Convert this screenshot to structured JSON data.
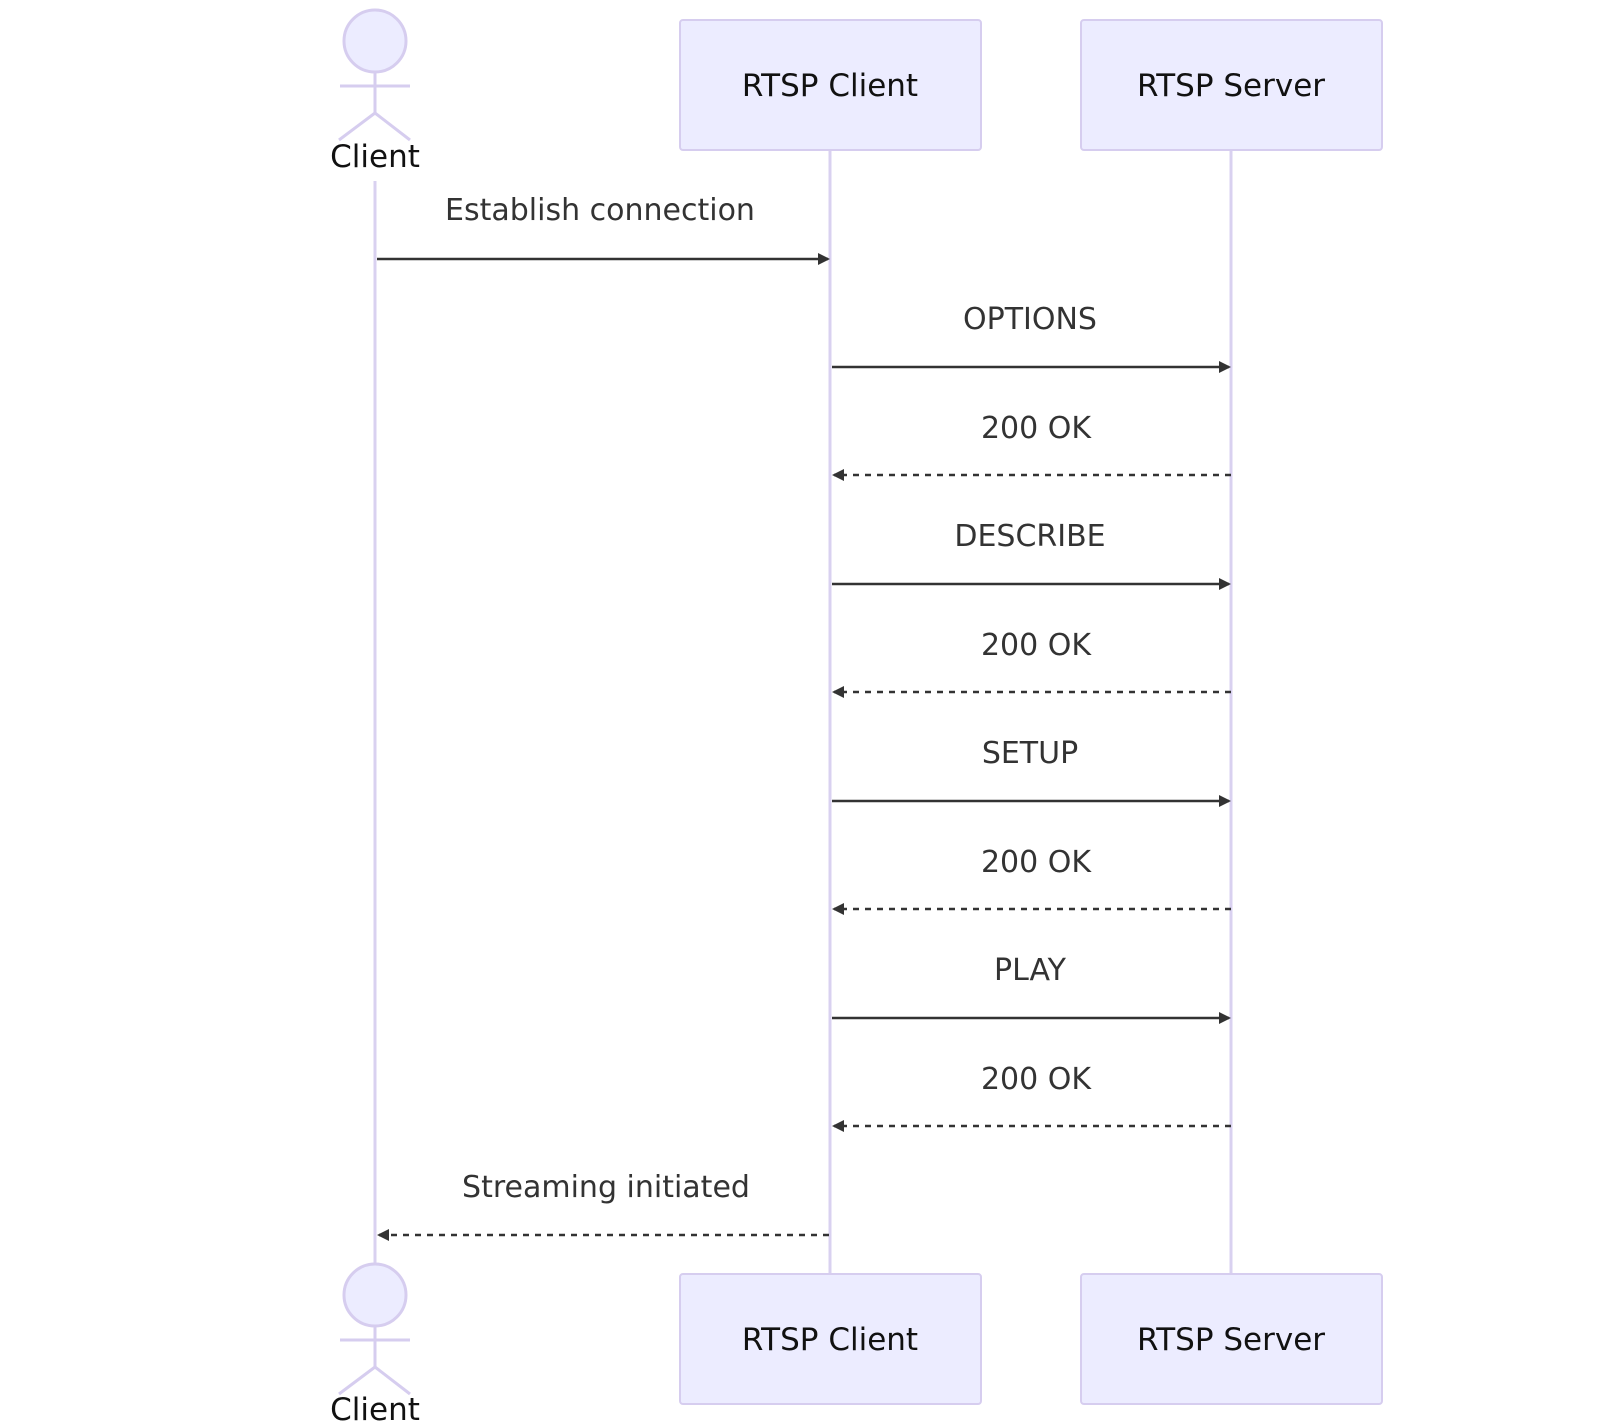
{
  "participants": [
    {
      "id": "client",
      "kind": "actor",
      "label": "Client"
    },
    {
      "id": "rtsp_client",
      "kind": "box",
      "label": "RTSP Client"
    },
    {
      "id": "rtsp_server",
      "kind": "box",
      "label": "RTSP Server"
    }
  ],
  "messages": [
    {
      "from": "client",
      "to": "rtsp_client",
      "label": "Establish connection",
      "style": "solid"
    },
    {
      "from": "rtsp_client",
      "to": "rtsp_server",
      "label": "OPTIONS",
      "style": "solid"
    },
    {
      "from": "rtsp_server",
      "to": "rtsp_client",
      "label": "200 OK",
      "style": "dashed"
    },
    {
      "from": "rtsp_client",
      "to": "rtsp_server",
      "label": "DESCRIBE",
      "style": "solid"
    },
    {
      "from": "rtsp_server",
      "to": "rtsp_client",
      "label": "200 OK",
      "style": "dashed"
    },
    {
      "from": "rtsp_client",
      "to": "rtsp_server",
      "label": "SETUP",
      "style": "solid"
    },
    {
      "from": "rtsp_server",
      "to": "rtsp_client",
      "label": "200 OK",
      "style": "dashed"
    },
    {
      "from": "rtsp_client",
      "to": "rtsp_server",
      "label": "PLAY",
      "style": "solid"
    },
    {
      "from": "rtsp_server",
      "to": "rtsp_client",
      "label": "200 OK",
      "style": "dashed"
    },
    {
      "from": "rtsp_client",
      "to": "client",
      "label": "Streaming initiated",
      "style": "dashed"
    }
  ]
}
